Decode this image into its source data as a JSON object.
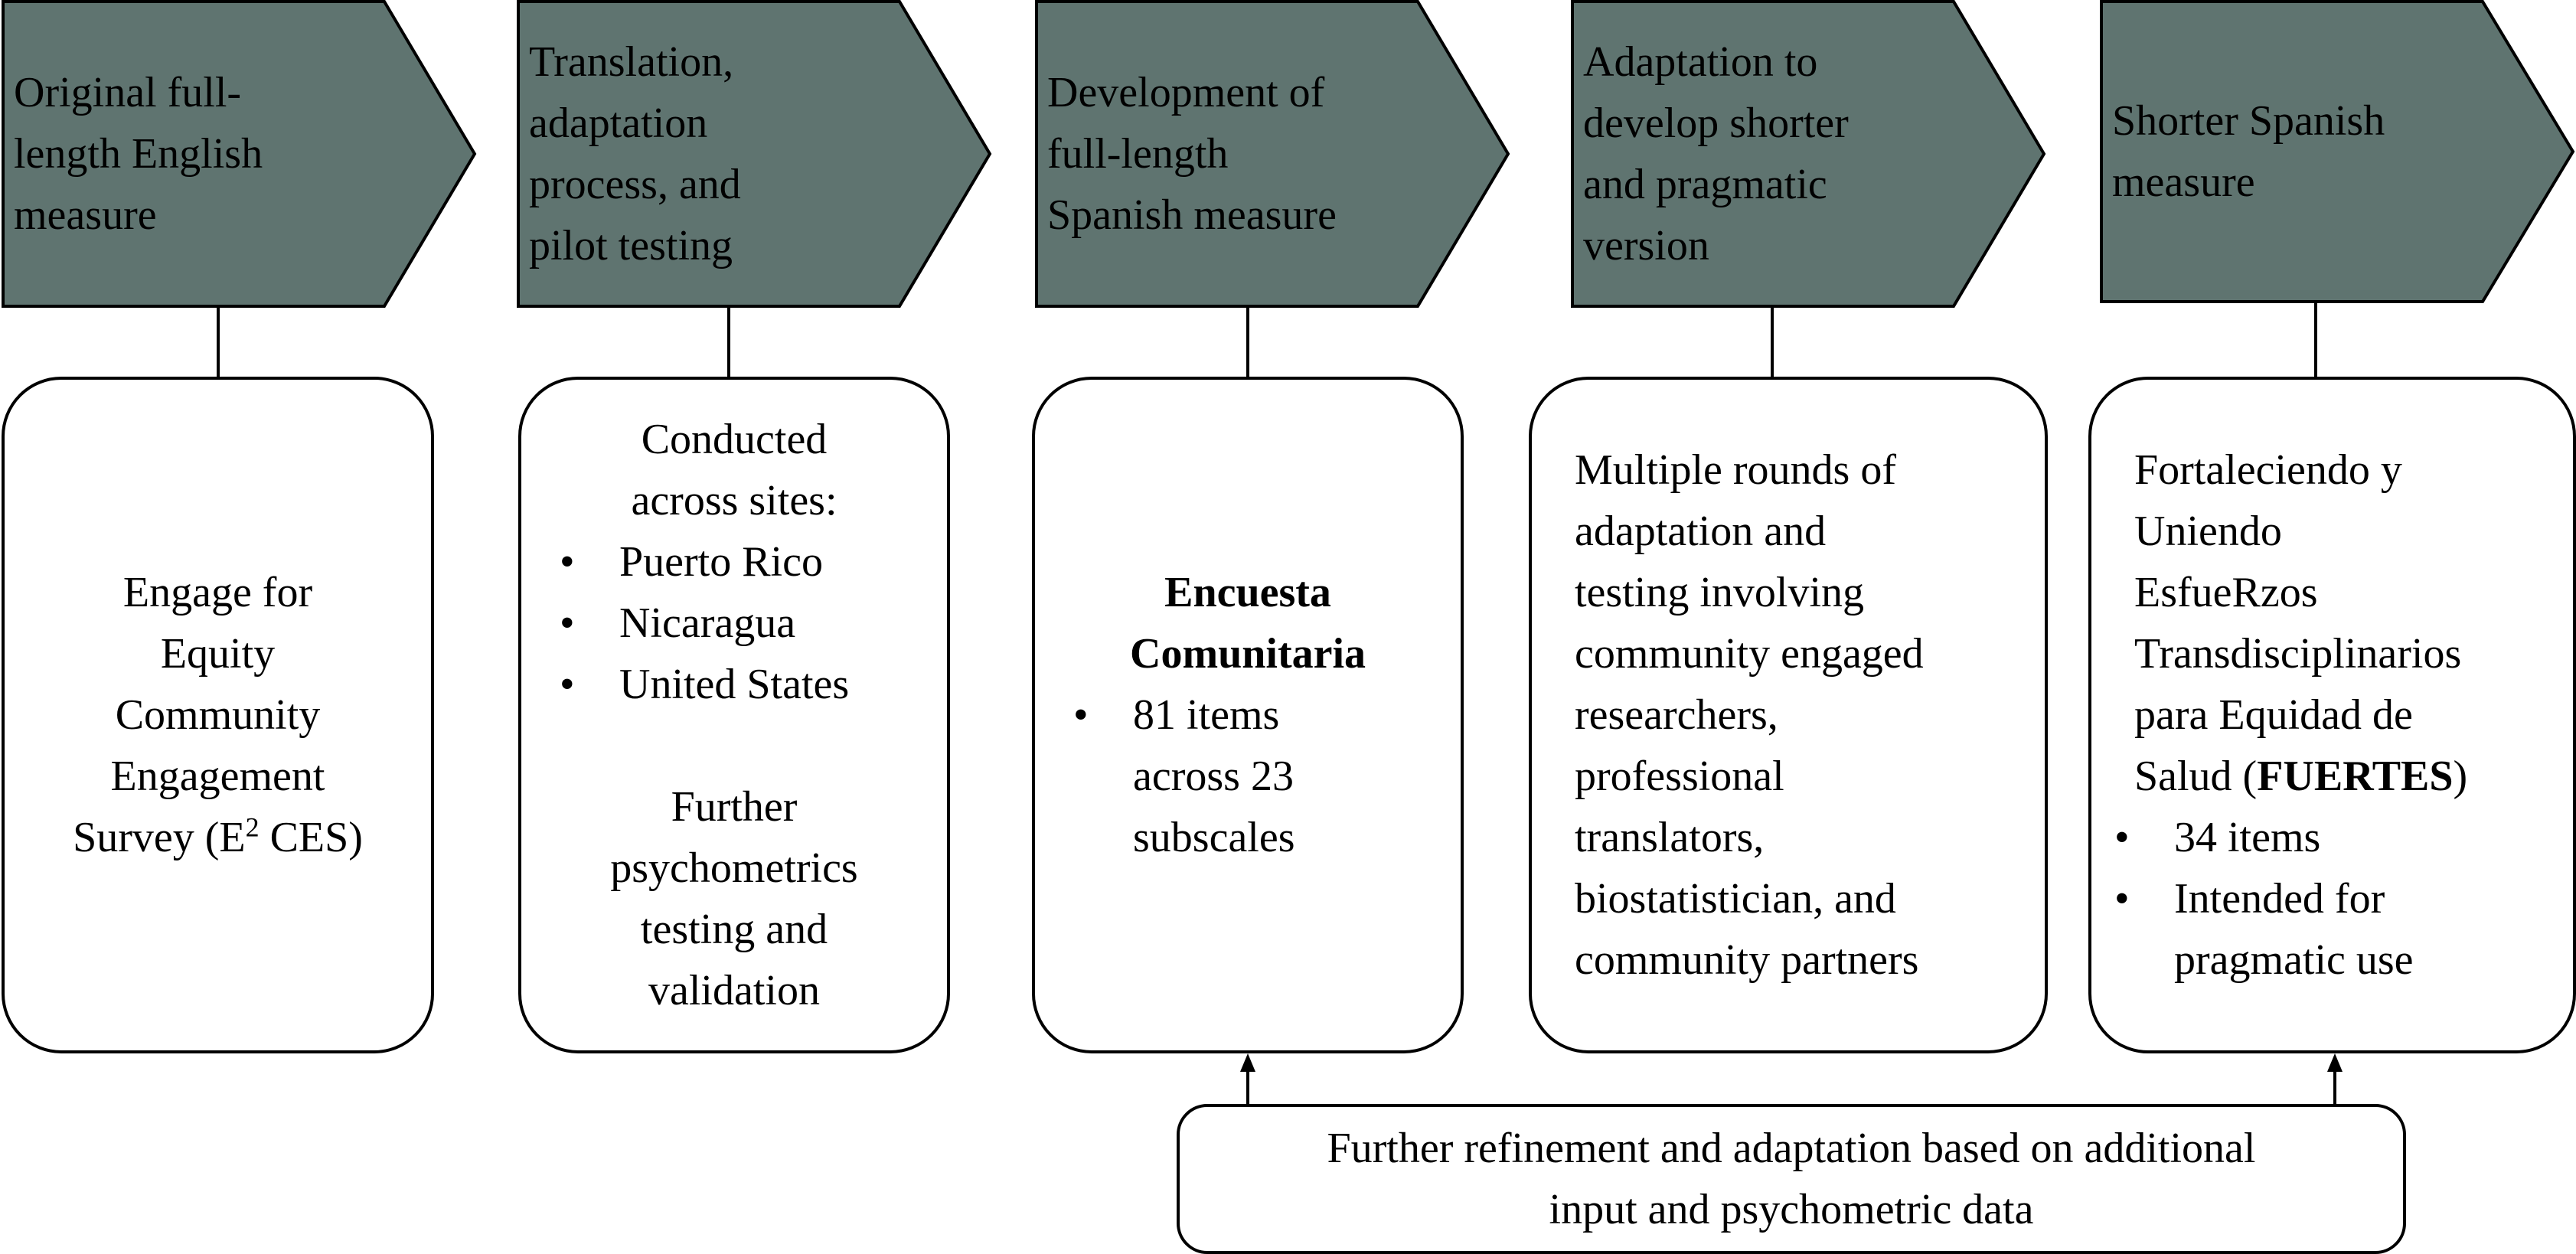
{
  "colors": {
    "step_fill": "#5f7470",
    "line": "#000000"
  },
  "steps": [
    {
      "title_lines": [
        "Original full-",
        "length English",
        "measure"
      ],
      "box_lines": [
        "Engage for",
        "Equity",
        "Community",
        "Engagement"
      ],
      "box_survey_prefix": "Survey (E",
      "box_survey_sup": "2",
      "box_survey_suffix": " CES)"
    },
    {
      "title_lines": [
        "Translation,",
        "adaptation",
        "process, and",
        "pilot testing"
      ],
      "box_heading_lines": [
        "Conducted",
        "across sites:"
      ],
      "box_bullets": [
        "Puerto Rico",
        "Nicaragua",
        "United States"
      ],
      "box_footer_lines": [
        "Further",
        "psychometrics",
        "testing and",
        "validation"
      ]
    },
    {
      "title_lines": [
        "Development of",
        "full-length",
        "Spanish measure"
      ],
      "box_bold_lines": [
        "Encuesta",
        "Comunitaria"
      ],
      "box_bullets": [
        "81 items\nacross 23\nsubscales"
      ]
    },
    {
      "title_lines": [
        "Adaptation to",
        "develop shorter",
        "and pragmatic",
        "version"
      ],
      "box_lines": [
        "Multiple rounds of",
        "adaptation and",
        "testing involving",
        "community engaged",
        "researchers,",
        "professional",
        "translators,",
        "biostatistician, and",
        "community partners"
      ]
    },
    {
      "title_lines": [
        "Shorter Spanish",
        "measure"
      ],
      "box_lines": [
        "Fortaleciendo y",
        "Uniendo",
        "EsfueRzos",
        "Transdisciplinarios",
        "para Equidad de"
      ],
      "box_salud_prefix": "Salud (",
      "box_salud_bold": "FUERTES",
      "box_salud_suffix": ")",
      "box_bullets": [
        "34 items",
        "Intended for\npragmatic use"
      ]
    }
  ],
  "feedback": {
    "text_lines": [
      "Further refinement and adaptation based on additional",
      "input and psychometric data"
    ]
  }
}
